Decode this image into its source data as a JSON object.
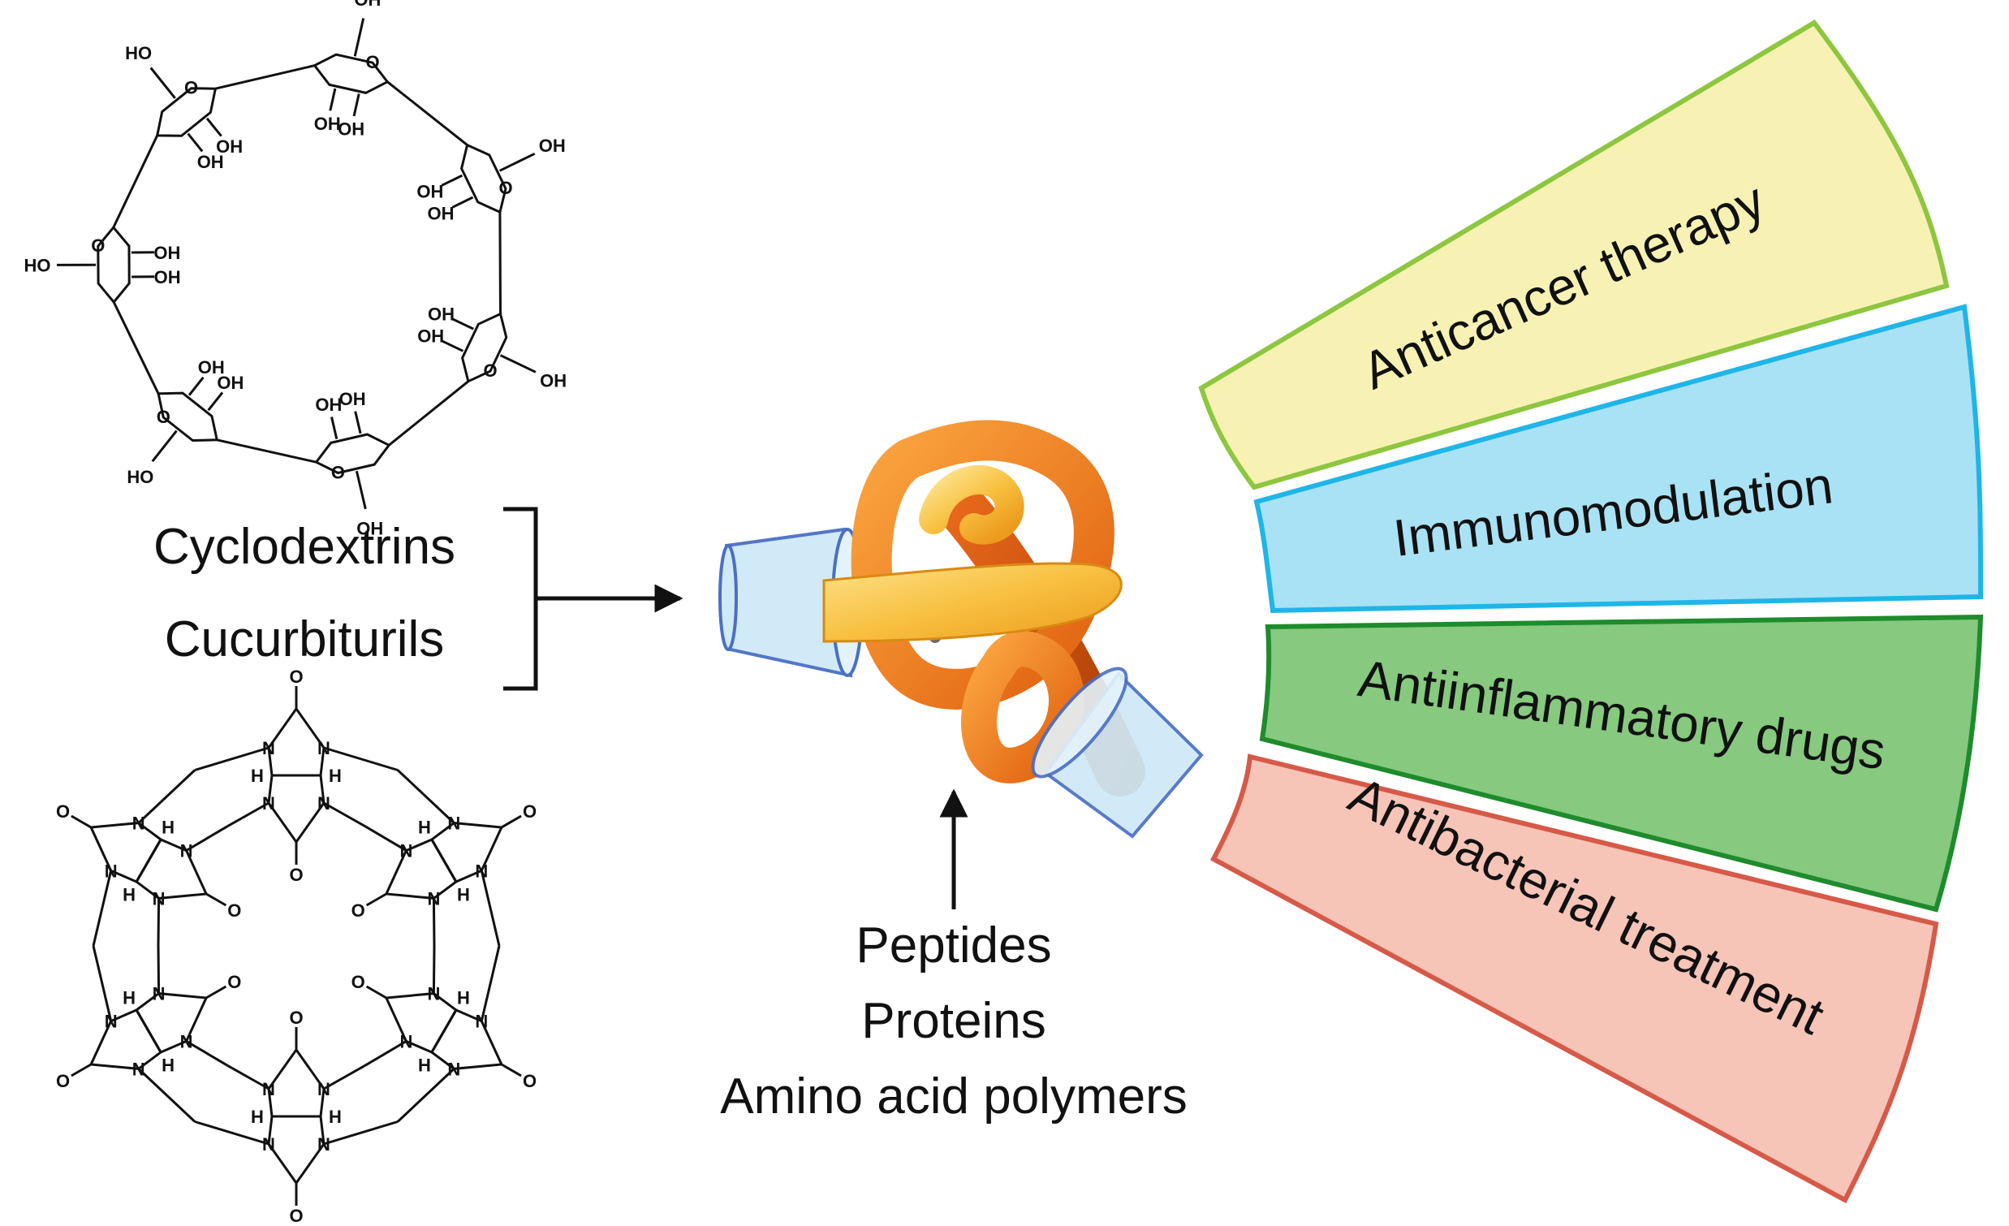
{
  "hosts": {
    "items": [
      "Cyclodextrins",
      "Cucurbiturils"
    ]
  },
  "molecule_labels": {
    "cd_hydroxyl": "OH",
    "cd_hydroxyl_left": "HO",
    "cd_ring_oxygen": "O",
    "cb_oxygen": "O",
    "cb_nitrogen": "N",
    "cb_hydrogen": "H"
  },
  "guests": {
    "items": [
      "Peptides",
      "Proteins",
      "Amino acid polymers"
    ]
  },
  "applications": [
    {
      "label": "Anticancer therapy",
      "fill": "#f7f2b4",
      "stroke": "#8dc63f"
    },
    {
      "label": "Immunomodulation",
      "fill": "#a9e2f5",
      "stroke": "#1fb5e8"
    },
    {
      "label": "Antiinflammatory drugs",
      "fill": "#86c97f",
      "stroke": "#1e8b2c"
    },
    {
      "label": "Antibacterial treatment",
      "fill": "#f7c4b8",
      "stroke": "#d65a48"
    }
  ],
  "colors": {
    "protein_dark": "#e0580c",
    "protein_mid": "#f28a1a",
    "protein_light": "#f8c040",
    "host_cup_fill": "#cfe9f7",
    "host_cup_stroke": "#4a6fc4"
  },
  "icons": [
    "cyclodextrin-structure",
    "cucurbituril-structure",
    "protein-ribbon",
    "host-cup"
  ]
}
